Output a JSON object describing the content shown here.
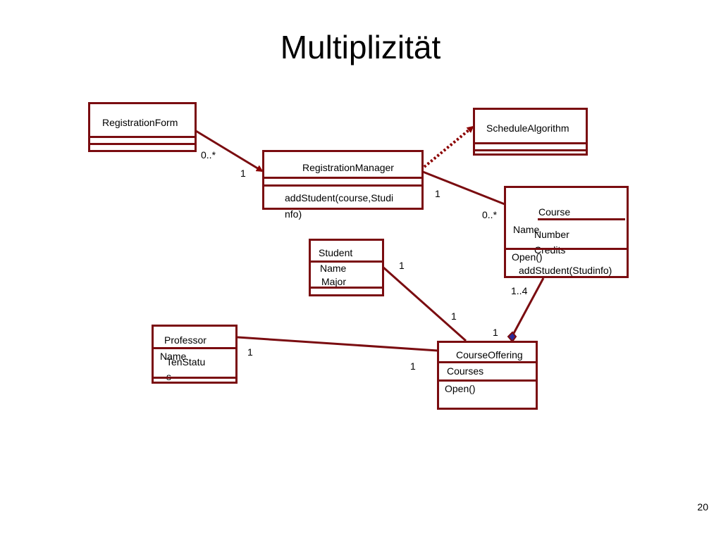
{
  "title": "Multiplizität",
  "page_number": "20",
  "colors": {
    "line": "#7a0c10",
    "arrow": "#8b0000",
    "diamond": "#2a2a9a"
  },
  "classes": {
    "registration_form": {
      "name": "RegistrationForm"
    },
    "registration_manager": {
      "name": "RegistrationManager",
      "op_line1": "addStudent(course,Studi",
      "op_line2": "nfo)"
    },
    "schedule_algorithm": {
      "name": "ScheduleAlgorithm"
    },
    "course": {
      "name": "Course",
      "attr_name": "Name",
      "attr_number": "Number",
      "attr_credits": "Credits",
      "op_open": "Open()",
      "op_add": "addStudent(Studinfo)"
    },
    "student": {
      "name": "Student",
      "attr_name": "Name",
      "attr_major": "Major"
    },
    "professor": {
      "name": "Professor",
      "attr_name": "Name",
      "attr_tenure_1": "TenStatu",
      "attr_tenure_2": "s"
    },
    "course_offering": {
      "name": "CourseOffering",
      "attr_courses": "Courses",
      "op_open": "Open()"
    }
  },
  "multiplicities": {
    "form_side": "0..*",
    "manager_from_form": "1",
    "manager_to_course": "1",
    "course_from_manager": "0..*",
    "course_to_offering": "1..4",
    "offering_from_course": "1",
    "student_side": "1",
    "offering_from_student": "1",
    "professor_side": "1",
    "offering_from_professor": "1"
  }
}
